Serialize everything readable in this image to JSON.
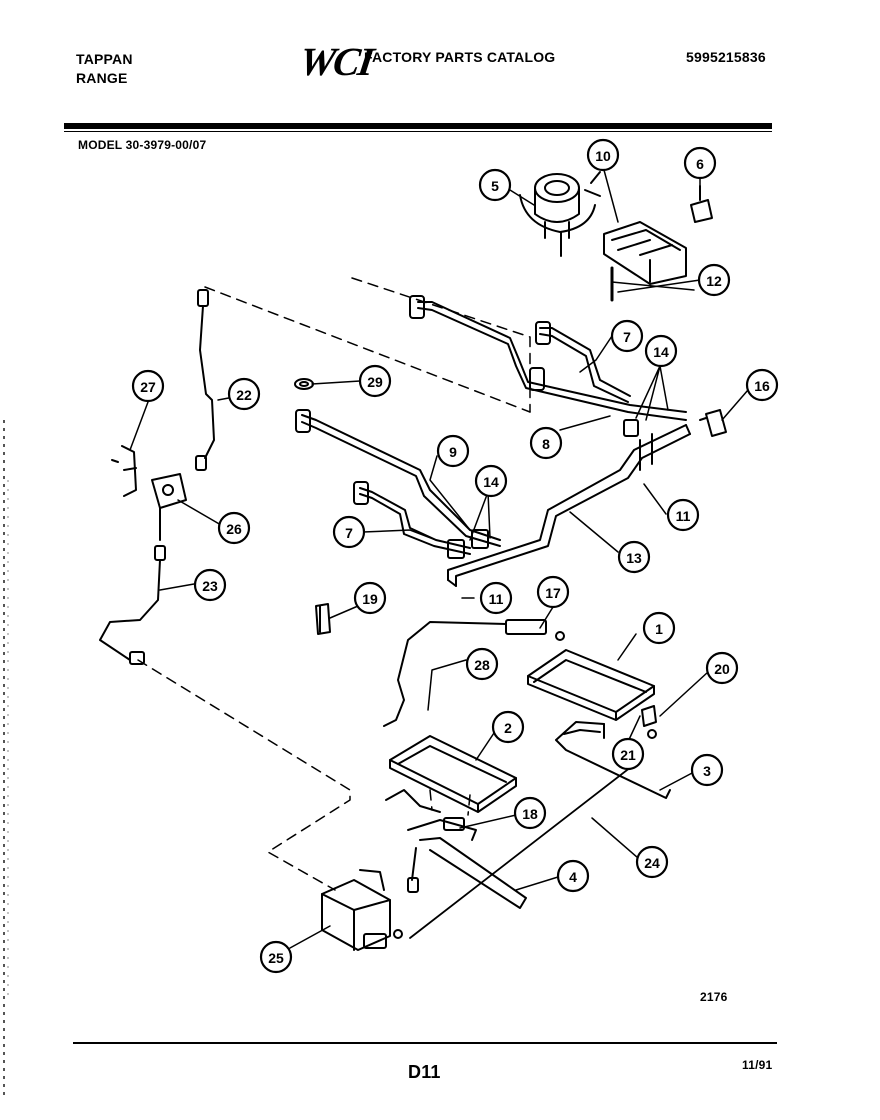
{
  "header": {
    "brand_line1": "TAPPAN",
    "brand_line2": "RANGE",
    "logo": "WCI",
    "catalog_title": "FACTORY PARTS CATALOG",
    "part_number": "5995215836",
    "model": "MODEL 30-3979-00/07"
  },
  "footer": {
    "drawing_number": "2176",
    "page_id": "D11",
    "date": "11/91"
  },
  "callouts": [
    "1",
    "2",
    "3",
    "4",
    "5",
    "6",
    "7",
    "7",
    "8",
    "9",
    "10",
    "11",
    "11",
    "12",
    "13",
    "14",
    "14",
    "16",
    "17",
    "18",
    "19",
    "20",
    "21",
    "22",
    "23",
    "24",
    "25",
    "26",
    "27",
    "28",
    "29"
  ]
}
